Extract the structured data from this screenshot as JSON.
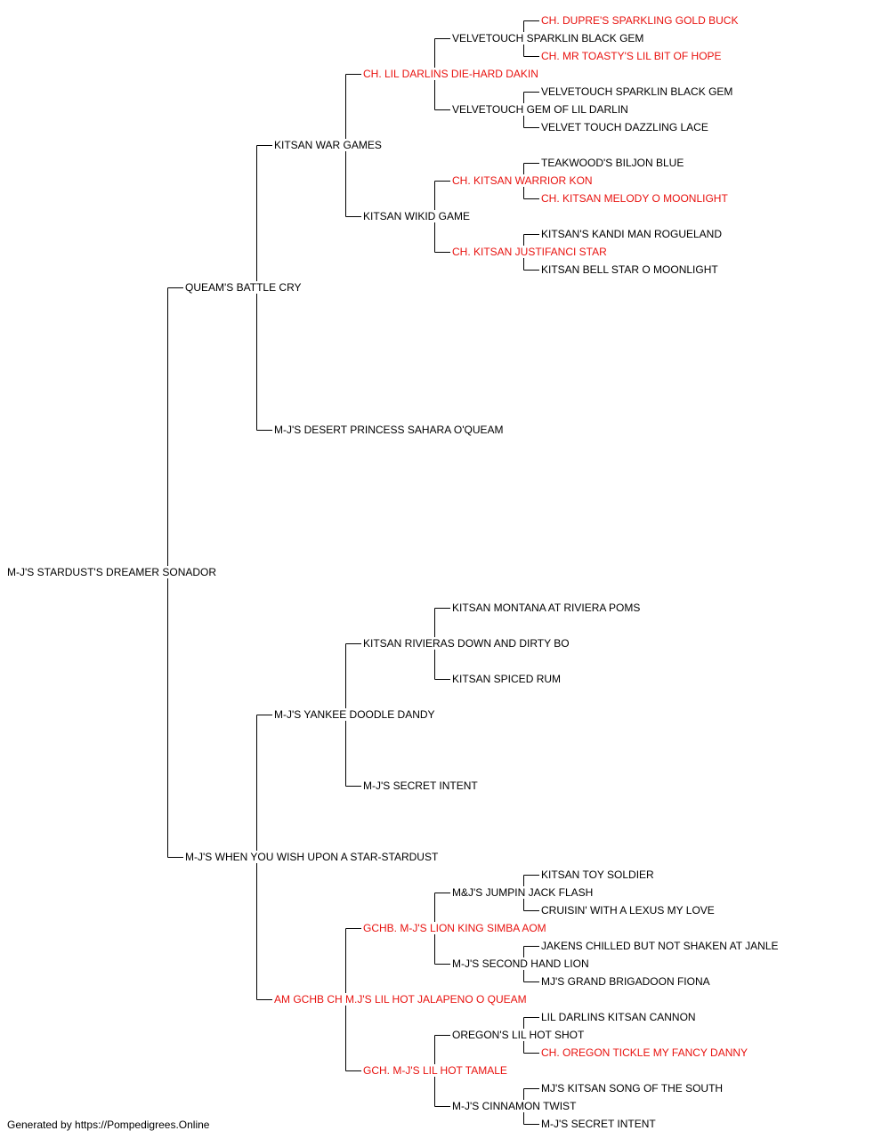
{
  "colors": {
    "champion": "#e8120f",
    "normal": "#000000",
    "line": "#000000"
  },
  "footer": "Generated by https://Pompedigrees.Online",
  "pedigree": {
    "id": "dog-0",
    "name": "M-J'S STARDUST'S DREAMER SONADOR",
    "champion": false,
    "sire": {
      "id": "dog-1",
      "name": "QUEAM'S BATTLE CRY",
      "champion": false,
      "sire": {
        "id": "dog-2",
        "name": "KITSAN WAR GAMES",
        "champion": false,
        "sire": {
          "id": "dog-3",
          "name": "CH. LIL DARLINS DIE-HARD DAKIN",
          "champion": true,
          "sire": {
            "id": "dog-4",
            "name": "VELVETOUCH SPARKLIN BLACK GEM",
            "champion": false,
            "sire": {
              "id": "dog-5",
              "name": "CH. DUPRE'S SPARKLING GOLD BUCK",
              "champion": true
            },
            "dam": {
              "id": "dog-6",
              "name": "CH. MR TOASTY'S LIL BIT OF HOPE",
              "champion": true
            }
          },
          "dam": {
            "id": "dog-7",
            "name": "VELVETOUCH GEM OF LIL DARLIN",
            "champion": false,
            "sire": {
              "id": "dog-8",
              "name": "VELVETOUCH SPARKLIN BLACK GEM",
              "champion": false
            },
            "dam": {
              "id": "dog-9",
              "name": "VELVET TOUCH DAZZLING LACE",
              "champion": false
            }
          }
        },
        "dam": {
          "id": "dog-10",
          "name": "KITSAN WIKID GAME",
          "champion": false,
          "sire": {
            "id": "dog-11",
            "name": "CH. KITSAN WARRIOR KON",
            "champion": true,
            "sire": {
              "id": "dog-12",
              "name": "TEAKWOOD'S BILJON BLUE",
              "champion": false
            },
            "dam": {
              "id": "dog-13",
              "name": "CH. KITSAN MELODY O MOONLIGHT",
              "champion": true
            }
          },
          "dam": {
            "id": "dog-14",
            "name": "CH. KITSAN JUSTIFANCI STAR",
            "champion": true,
            "sire": {
              "id": "dog-15",
              "name": "KITSAN'S KANDI MAN ROGUELAND",
              "champion": false
            },
            "dam": {
              "id": "dog-16",
              "name": "KITSAN BELL STAR O MOONLIGHT",
              "champion": false
            }
          }
        }
      },
      "dam": {
        "id": "dog-17",
        "name": "M-J'S DESERT PRINCESS SAHARA O'QUEAM",
        "champion": false
      }
    },
    "dam": {
      "id": "dog-18",
      "name": "M-J'S WHEN YOU WISH UPON A STAR-STARDUST",
      "champion": false,
      "sire": {
        "id": "dog-19",
        "name": "M-J'S YANKEE DOODLE DANDY",
        "champion": false,
        "sire": {
          "id": "dog-20",
          "name": "KITSAN RIVIERAS DOWN AND DIRTY BO",
          "champion": false,
          "sire": {
            "id": "dog-21",
            "name": "KITSAN MONTANA AT RIVIERA POMS",
            "champion": false
          },
          "dam": {
            "id": "dog-22",
            "name": "KITSAN SPICED RUM",
            "champion": false
          }
        },
        "dam": {
          "id": "dog-23",
          "name": "M-J'S SECRET INTENT",
          "champion": false
        }
      },
      "dam": {
        "id": "dog-24",
        "name": "AM GCHB CH M.J'S LIL HOT JALAPENO O QUEAM",
        "champion": true,
        "sire": {
          "id": "dog-25",
          "name": "GCHB. M-J'S LION KING SIMBA AOM",
          "champion": true,
          "sire": {
            "id": "dog-26",
            "name": "M&J'S JUMPIN JACK FLASH",
            "champion": false,
            "sire": {
              "id": "dog-27",
              "name": "KITSAN TOY SOLDIER",
              "champion": false
            },
            "dam": {
              "id": "dog-28",
              "name": "CRUISIN' WITH A LEXUS MY LOVE",
              "champion": false
            }
          },
          "dam": {
            "id": "dog-29",
            "name": "M-J'S SECOND HAND LION",
            "champion": false,
            "sire": {
              "id": "dog-30",
              "name": "JAKENS CHILLED BUT NOT SHAKEN AT JANLE",
              "champion": false
            },
            "dam": {
              "id": "dog-31",
              "name": "MJ'S GRAND BRIGADOON FIONA",
              "champion": false
            }
          }
        },
        "dam": {
          "id": "dog-32",
          "name": "GCH. M-J'S LIL HOT TAMALE",
          "champion": true,
          "sire": {
            "id": "dog-33",
            "name": "OREGON'S LIL HOT SHOT",
            "champion": false,
            "sire": {
              "id": "dog-34",
              "name": "LIL DARLINS KITSAN CANNON",
              "champion": false
            },
            "dam": {
              "id": "dog-35",
              "name": "CH. OREGON TICKLE MY FANCY DANNY",
              "champion": true
            }
          },
          "dam": {
            "id": "dog-36",
            "name": "M-J'S CINNAMON TWIST",
            "champion": false,
            "sire": {
              "id": "dog-37",
              "name": "MJ'S KITSAN SONG OF THE SOUTH",
              "champion": false
            },
            "dam": {
              "id": "dog-38",
              "name": "M-J'S SECRET INTENT",
              "champion": false
            }
          }
        }
      }
    }
  }
}
